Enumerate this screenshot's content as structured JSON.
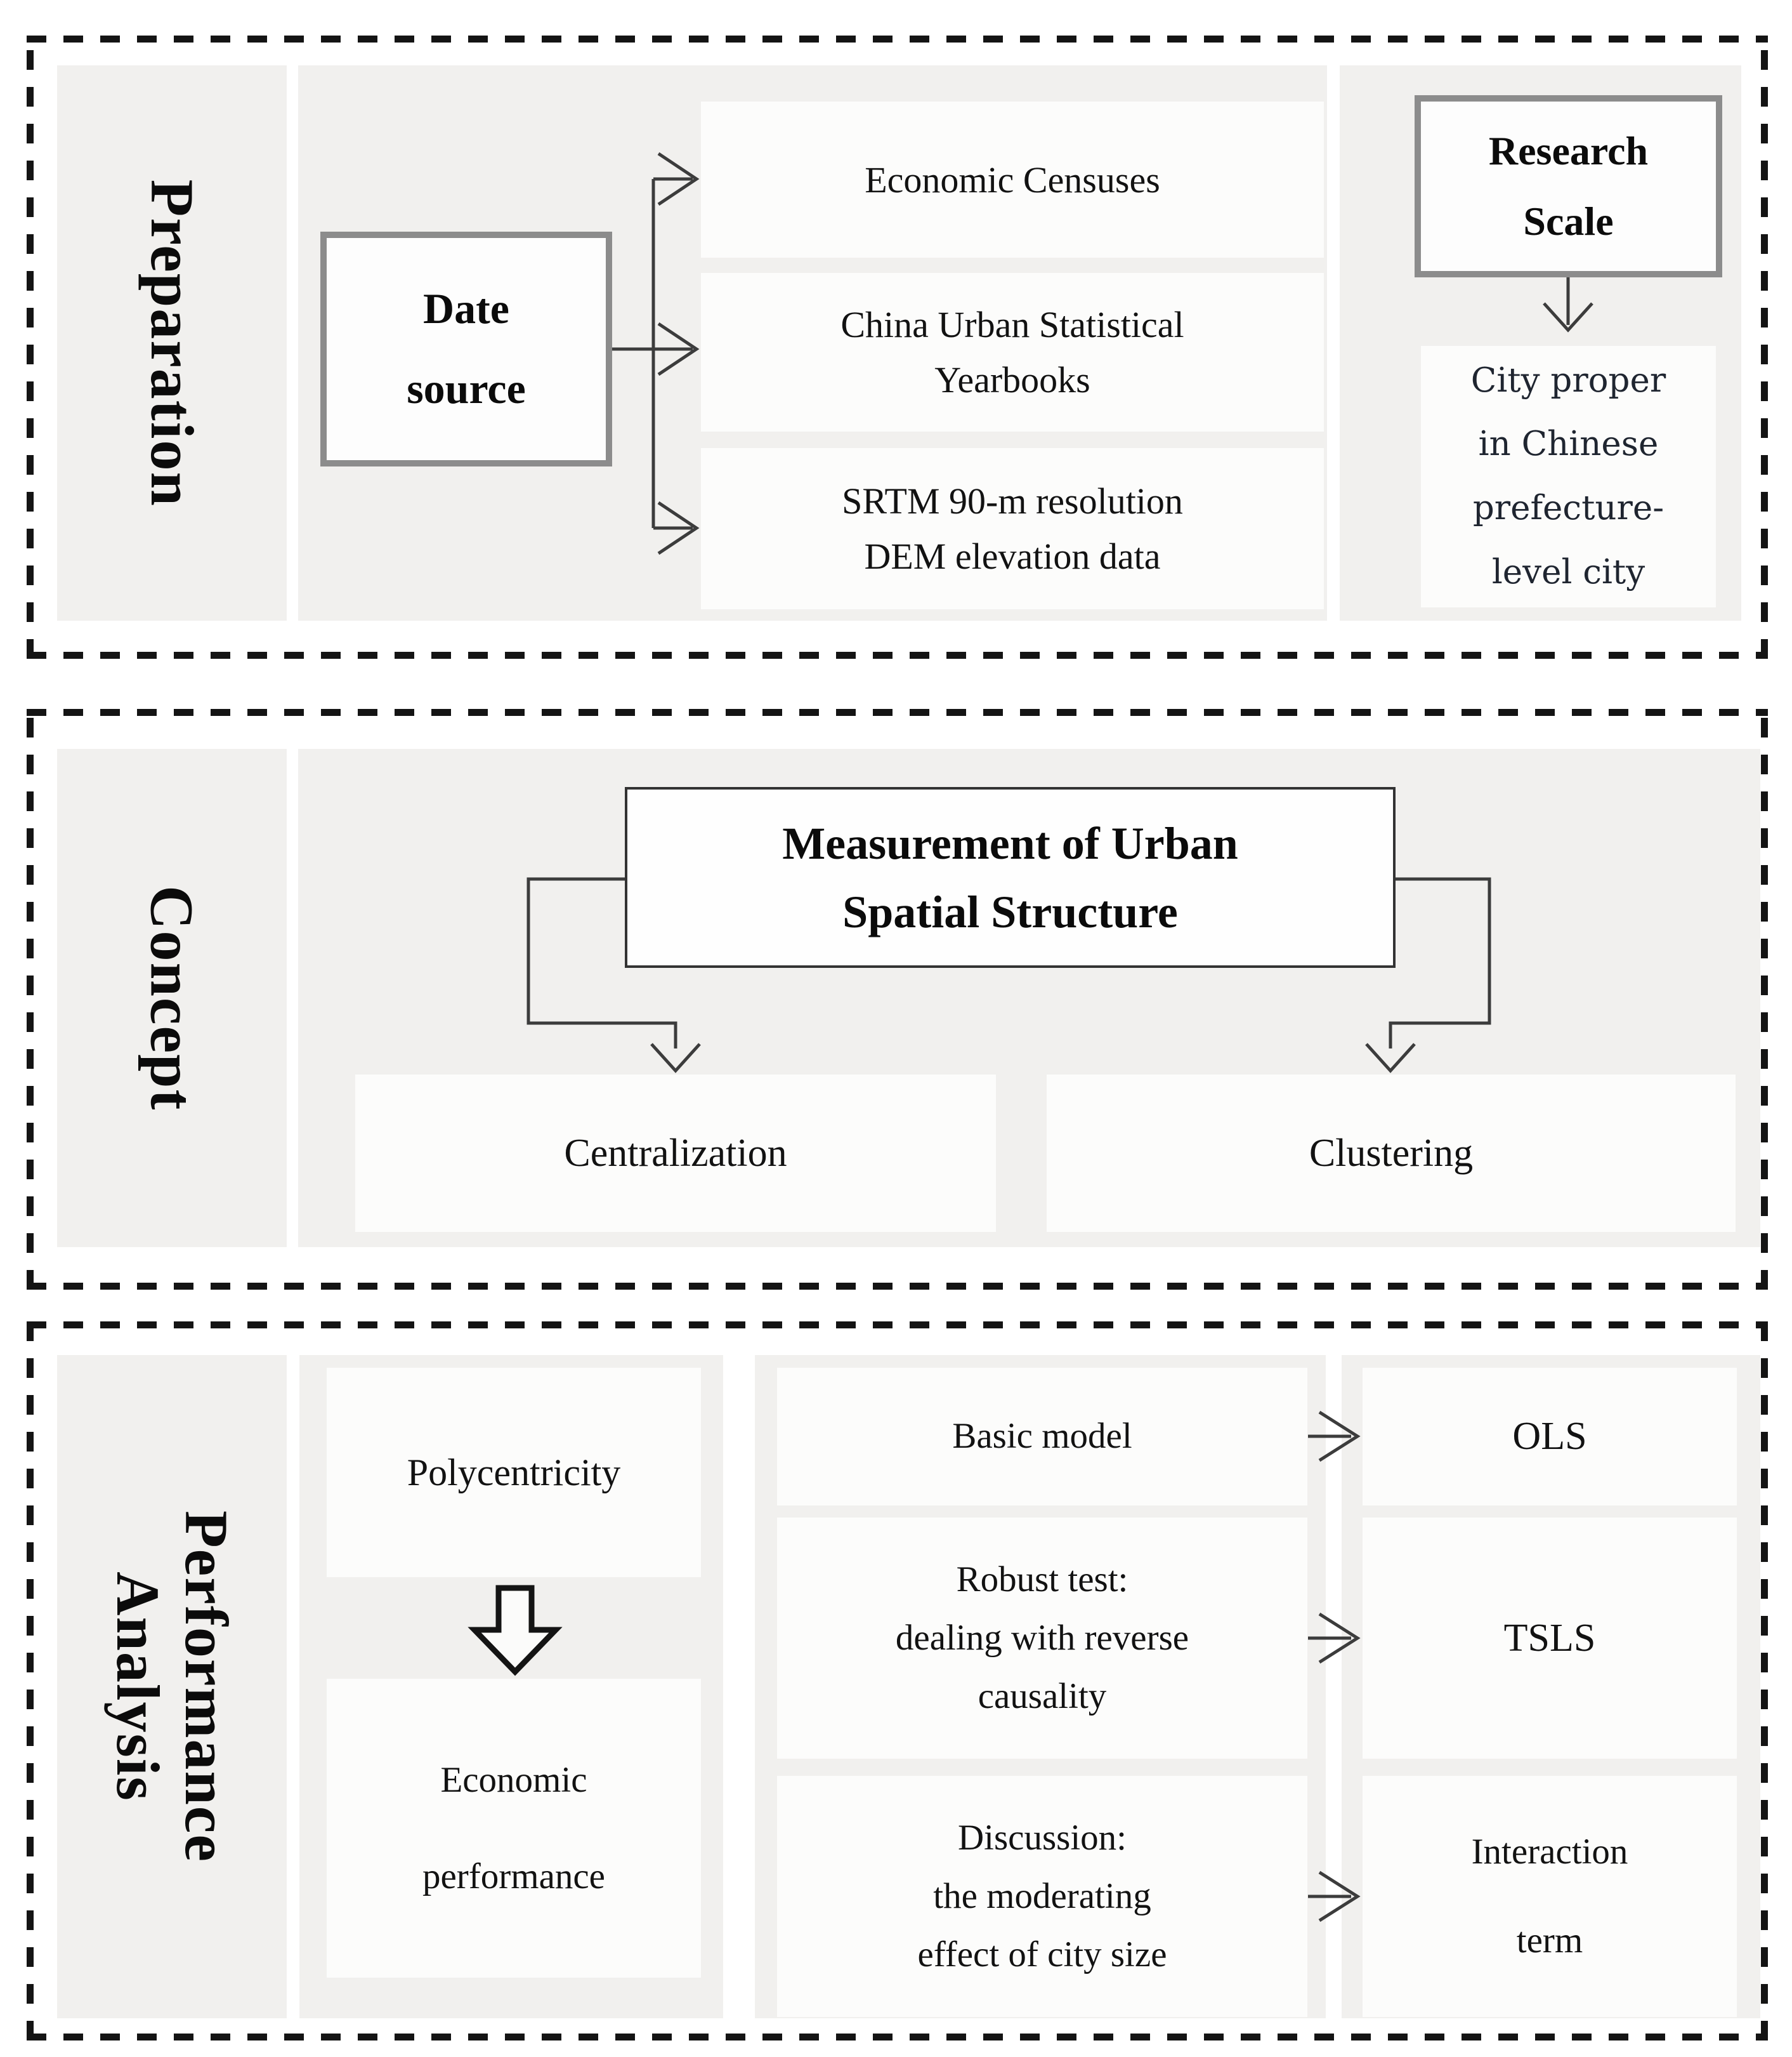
{
  "preparation": {
    "label": "Preparation",
    "date_source": "Date\nsource",
    "sources": [
      "Economic Censuses",
      "China Urban Statistical\nYearbooks",
      "SRTM 90-m resolution\nDEM elevation data"
    ],
    "research_scale": "Research\nScale",
    "city_proper": "City proper\nin Chinese\nprefecture-\nlevel city"
  },
  "concept": {
    "label": "Concept",
    "measurement": "Measurement of Urban\nSpatial Structure",
    "centralization": "Centralization",
    "clustering": "Clustering"
  },
  "performance": {
    "label": "Performance\nAnalysis",
    "polycentricity": "Polycentricity",
    "economic_performance": "Economic\nperformance",
    "rows": [
      {
        "left": "Basic model",
        "right": "OLS"
      },
      {
        "left": "Robust test:\ndealing with reverse\ncausality",
        "right": "TSLS"
      },
      {
        "left": "Discussion:\nthe moderating\neffect of city size",
        "right": "Interaction\nterm"
      }
    ]
  },
  "icons": {
    "branch_arrow": "right-chevron-arrow",
    "down_arrow": "down-chevron-arrow",
    "block_arrow": "hollow-down-block-arrow"
  },
  "colors": {
    "panel_bg": "#f1f0ee",
    "box_bg": "#fcfcfb",
    "dash_border": "#141414",
    "gray_box_border": "#8c8c8c",
    "dark_box_border": "#333333",
    "connector": "#3c3c3c"
  }
}
